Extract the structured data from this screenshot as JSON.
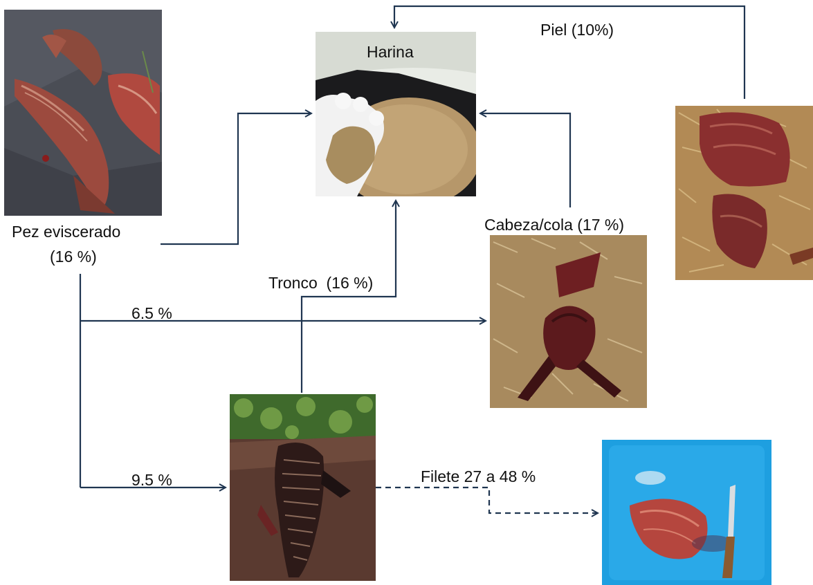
{
  "nodes": {
    "gutted_fish": {
      "label": "Pez eviscerado",
      "value": "(16 %)"
    },
    "flour": {
      "label": "Harina"
    },
    "head_tail": {
      "label": "Cabeza/cola (17 %)"
    },
    "skin": {
      "label": "Piel (10%)"
    },
    "trunk": {
      "label": "Tronco  (16 %)"
    },
    "fillet": {
      "label": "Filete 27 a 48 %"
    }
  },
  "edges": {
    "to_head_tail": {
      "label": "6.5 %"
    },
    "to_backbone": {
      "label": "9.5 %"
    }
  },
  "colors": {
    "arrow": "#1f3550",
    "fillet_tray": "#1e9fe0"
  }
}
